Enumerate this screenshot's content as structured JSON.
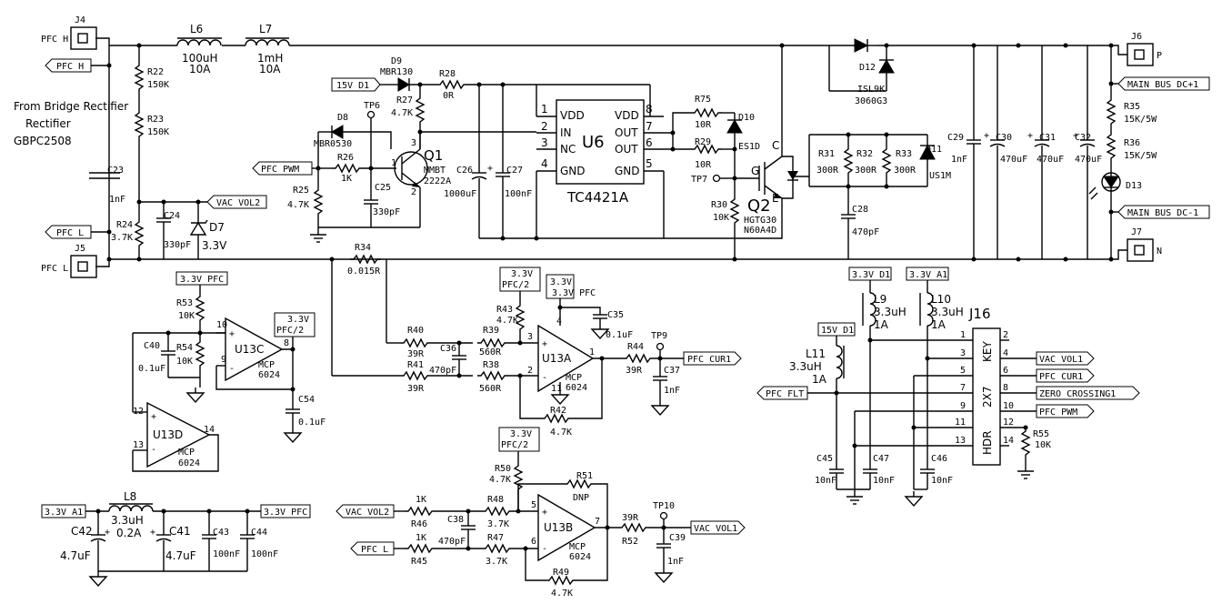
{
  "source_note": "From Bridge Rectifier",
  "source_part": "GBPC2508",
  "connectors": {
    "j4": "J4",
    "j5": "J5",
    "j6": "J6",
    "j7": "J7",
    "j16": "J16",
    "p": "P",
    "n": "N"
  },
  "nets": {
    "pfc_h": "PFC H",
    "pfc_l": "PFC L",
    "vac_vol2": "VAC VOL2",
    "vac_vol1": "VAC VOL1",
    "pfc_pwm": "PFC PWM",
    "v15_d1": "15V D1",
    "v33_pfc": "3.3V PFC",
    "v33_pfc2a": "3.3V",
    "v33_pfc2b": "PFC/2",
    "v33_pfcb": "PFC",
    "pfc_cur1": "PFC CUR1",
    "v33_a1": "3.3V A1",
    "v33_d1": "3.3V D1",
    "main_bus_p": "MAIN BUS DC+1",
    "main_bus_n": "MAIN BUS DC-1",
    "pfc_flt": "PFC FLT",
    "zero_cross": "ZERO CROSSING1"
  },
  "parts": {
    "L6": [
      "L6",
      "100uH",
      "10A"
    ],
    "L7": [
      "L7",
      "1mH",
      "10A"
    ],
    "R22": [
      "R22",
      "150K"
    ],
    "R23": [
      "R23",
      "150K"
    ],
    "C23": [
      "C23",
      "1nF"
    ],
    "R24": [
      "R24",
      "3.7K"
    ],
    "C24": [
      "C24",
      "330pF"
    ],
    "D7": [
      "D7",
      "3.3V"
    ],
    "D9": [
      "D9",
      "MBR130"
    ],
    "R28": [
      "R28",
      "0R"
    ],
    "R27": [
      "R27",
      "4.7K"
    ],
    "TP6": [
      "TP6"
    ],
    "D8": [
      "D8",
      "MBR0530"
    ],
    "R26": [
      "R26",
      "1K"
    ],
    "R25": [
      "R25",
      "4.7K"
    ],
    "C25": [
      "C25",
      "330pF"
    ],
    "Q1": [
      "Q1",
      "MMBT",
      "2222A"
    ],
    "C26": [
      "C26",
      "1000uF"
    ],
    "C27": [
      "C27",
      "100nF"
    ],
    "U6": [
      "U6",
      "TC4421A",
      "VDD",
      "IN",
      "NC",
      "GND",
      "VDD",
      "OUT",
      "OUT",
      "GND"
    ],
    "R75": [
      "R75",
      "10R"
    ],
    "R29": [
      "R29",
      "10R"
    ],
    "D10": [
      "D10",
      "ES1D"
    ],
    "TP7": [
      "TP7"
    ],
    "R30": [
      "R30",
      "10K"
    ],
    "Q2": [
      "Q2",
      "HGTG30",
      "N60A4D"
    ],
    "D12": [
      "D12",
      "ISL9K",
      "3060G3"
    ],
    "R31": [
      "R31",
      "300R"
    ],
    "R32": [
      "R32",
      "300R"
    ],
    "R33": [
      "R33",
      "300R"
    ],
    "D11": [
      "D11",
      "US1M"
    ],
    "C28": [
      "C28",
      "470pF"
    ],
    "C29": [
      "C29",
      "1nF"
    ],
    "C30": [
      "C30",
      "470uF"
    ],
    "C31": [
      "C31",
      "470uF"
    ],
    "C32": [
      "C32",
      "470uF"
    ],
    "R35": [
      "R35",
      "15K/5W"
    ],
    "R36": [
      "R36",
      "15K/5W"
    ],
    "D13": [
      "D13"
    ],
    "R34": [
      "R34",
      "0.015R"
    ],
    "R53": [
      "R53",
      "10K"
    ],
    "R54": [
      "R54",
      "10K"
    ],
    "C40": [
      "C40",
      "0.1uF"
    ],
    "U13C": [
      "U13C",
      "MCP",
      "6024"
    ],
    "C54": [
      "C54",
      "0.1uF"
    ],
    "U13D": [
      "U13D",
      "MCP",
      "6024"
    ],
    "R40": [
      "R40",
      "39R"
    ],
    "R41": [
      "R41",
      "39R"
    ],
    "C36": [
      "C36",
      "470pF"
    ],
    "R39": [
      "R39",
      "560R"
    ],
    "R38": [
      "R38",
      "560R"
    ],
    "R43": [
      "R43",
      "4.7K"
    ],
    "U13A": [
      "U13A",
      "MCP",
      "6024"
    ],
    "C35": [
      "C35",
      "0.1uF"
    ],
    "R42": [
      "R42",
      "4.7K"
    ],
    "TP9": [
      "TP9"
    ],
    "R44": [
      "R44",
      "39R"
    ],
    "C37": [
      "C37",
      "1nF"
    ],
    "L8": [
      "L8",
      "3.3uH",
      "0.2A"
    ],
    "C42": [
      "C42",
      "4.7uF"
    ],
    "C41": [
      "C41",
      "4.7uF"
    ],
    "C43": [
      "C43",
      "100nF"
    ],
    "C44": [
      "C44",
      "100nF"
    ],
    "R50": [
      "R50",
      "4.7K"
    ],
    "R51": [
      "R51",
      "DNP"
    ],
    "R46": [
      "R46",
      "1K"
    ],
    "R45": [
      "R45",
      "1K"
    ],
    "R48": [
      "R48",
      "3.7K"
    ],
    "R47": [
      "R47",
      "3.7K"
    ],
    "C38": [
      "C38",
      "470pF"
    ],
    "U13B": [
      "U13B",
      "MCP",
      "6024"
    ],
    "R49": [
      "R49",
      "4.7K"
    ],
    "TP10": [
      "TP10"
    ],
    "R52": [
      "R52",
      "39R"
    ],
    "C39": [
      "C39",
      "1nF"
    ],
    "L9": [
      "L9",
      "3.3uH",
      "1A"
    ],
    "L10": [
      "L10",
      "3.3uH",
      "1A"
    ],
    "L11": [
      "L11",
      "3.3uH",
      "1A"
    ],
    "C45": [
      "C45",
      "10nF"
    ],
    "C47": [
      "C47",
      "10nF"
    ],
    "C46": [
      "C46",
      "10nF"
    ],
    "R55": [
      "R55",
      "10K"
    ],
    "J16": [
      "HDR",
      "2X7",
      "KEY"
    ]
  },
  "pins": {
    "p1": "1",
    "p2": "2",
    "p3": "3",
    "p4": "4",
    "p5": "5",
    "p6": "6",
    "p7": "7",
    "p8": "8",
    "p9": "9",
    "p10": "10",
    "p11": "11",
    "p12": "12",
    "p13": "13",
    "p14": "14",
    "g": "G",
    "c": "C",
    "e": "E",
    "plus": "+",
    "minus": "-"
  }
}
